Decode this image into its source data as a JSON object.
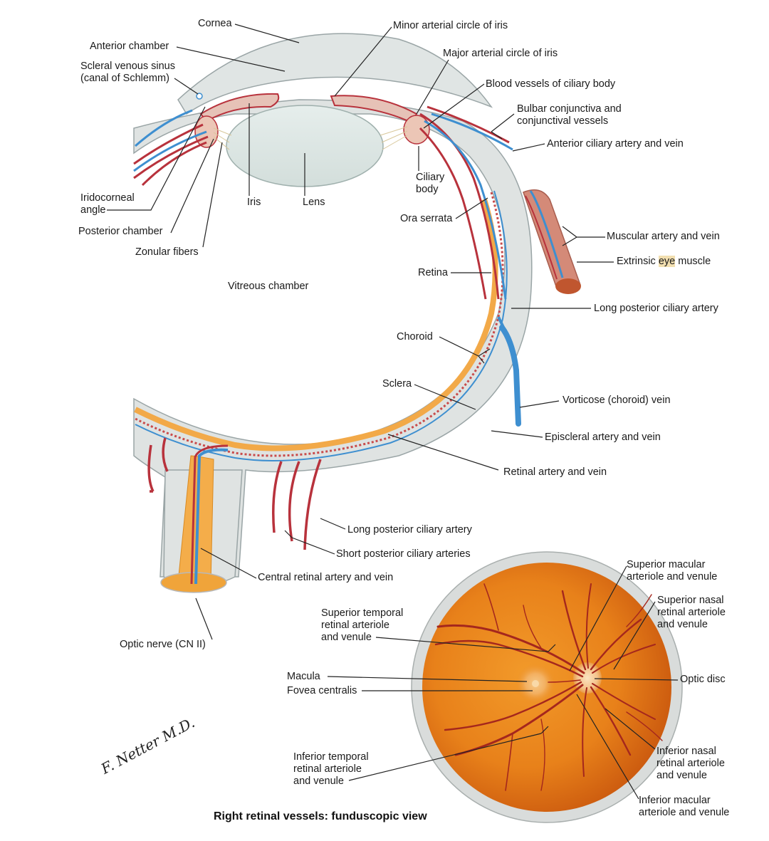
{
  "title": "Right retinal vessels: funduscopic view",
  "signature": "F. Netter M.D.",
  "colors": {
    "artery": "#b8323c",
    "vein": "#3e8fd0",
    "sclera": "#dde1e1",
    "retina": "#f4b04e",
    "fundus": "#e8891c"
  },
  "labels": {
    "cornea": "Cornea",
    "anterior_chamber": "Anterior chamber",
    "scleral_sinus_1": "Scleral venous sinus",
    "scleral_sinus_2": "(canal of Schlemm)",
    "minor_circle": "Minor arterial circle of iris",
    "major_circle": "Major arterial circle of iris",
    "ciliary_vessels": "Blood vessels of ciliary body",
    "bulbar_1": "Bulbar conjunctiva and",
    "bulbar_2": "conjunctival vessels",
    "anterior_ciliary": "Anterior ciliary artery and vein",
    "iridocorneal_1": "Iridocorneal",
    "iridocorneal_2": "angle",
    "iris": "Iris",
    "lens": "Lens",
    "ciliary_body_1": "Ciliary",
    "ciliary_body_2": "body",
    "ora_serrata": "Ora serrata",
    "posterior_chamber": "Posterior chamber",
    "zonular": "Zonular fibers",
    "muscular": "Muscular artery and vein",
    "extrinsic_pre": "Extrinsic ",
    "extrinsic_hl": "eye",
    "extrinsic_post": " muscle",
    "retina": "Retina",
    "vitreous": "Vitreous chamber",
    "long_post_ciliary": "Long posterior ciliary artery",
    "choroid": "Choroid",
    "sclera": "Sclera",
    "vorticose": "Vorticose (choroid) vein",
    "episcleral": "Episcleral artery and vein",
    "retinal_av": "Retinal artery and vein",
    "long_post_ciliary_2": "Long posterior ciliary artery",
    "short_post_ciliary": "Short posterior ciliary arteries",
    "central_retinal": "Central retinal artery and vein",
    "optic_nerve": "Optic nerve (CN II)",
    "sup_macular_1": "Superior macular",
    "sup_macular_2": "arteriole and venule",
    "sup_nasal_1": "Superior nasal",
    "sup_nasal_2": "retinal arteriole",
    "sup_nasal_3": "and venule",
    "sup_temporal_1": "Superior temporal",
    "sup_temporal_2": "retinal arteriole",
    "sup_temporal_3": "and venule",
    "macula": "Macula",
    "fovea": "Fovea centralis",
    "optic_disc": "Optic disc",
    "inf_nasal_1": "Inferior nasal",
    "inf_nasal_2": "retinal arteriole",
    "inf_nasal_3": "and venule",
    "inf_temporal_1": "Inferior temporal",
    "inf_temporal_2": "retinal arteriole",
    "inf_temporal_3": "and venule",
    "inf_macular_1": "Inferior macular",
    "inf_macular_2": "arteriole and venule"
  }
}
